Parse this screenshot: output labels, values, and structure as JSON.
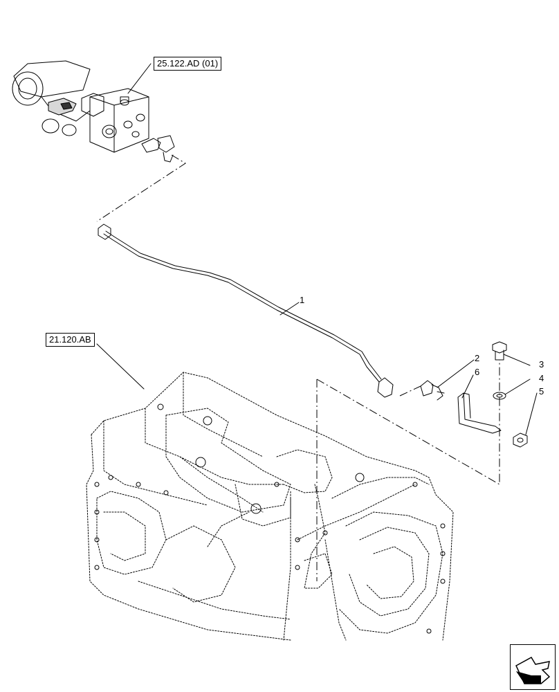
{
  "refs": {
    "valve_ref": "25.122.AD (01)",
    "housing_ref": "21.120.AB"
  },
  "callouts": [
    "1",
    "2",
    "3",
    "4",
    "5",
    "6"
  ],
  "icons": {
    "nav": "next-page-arrow-icon"
  }
}
